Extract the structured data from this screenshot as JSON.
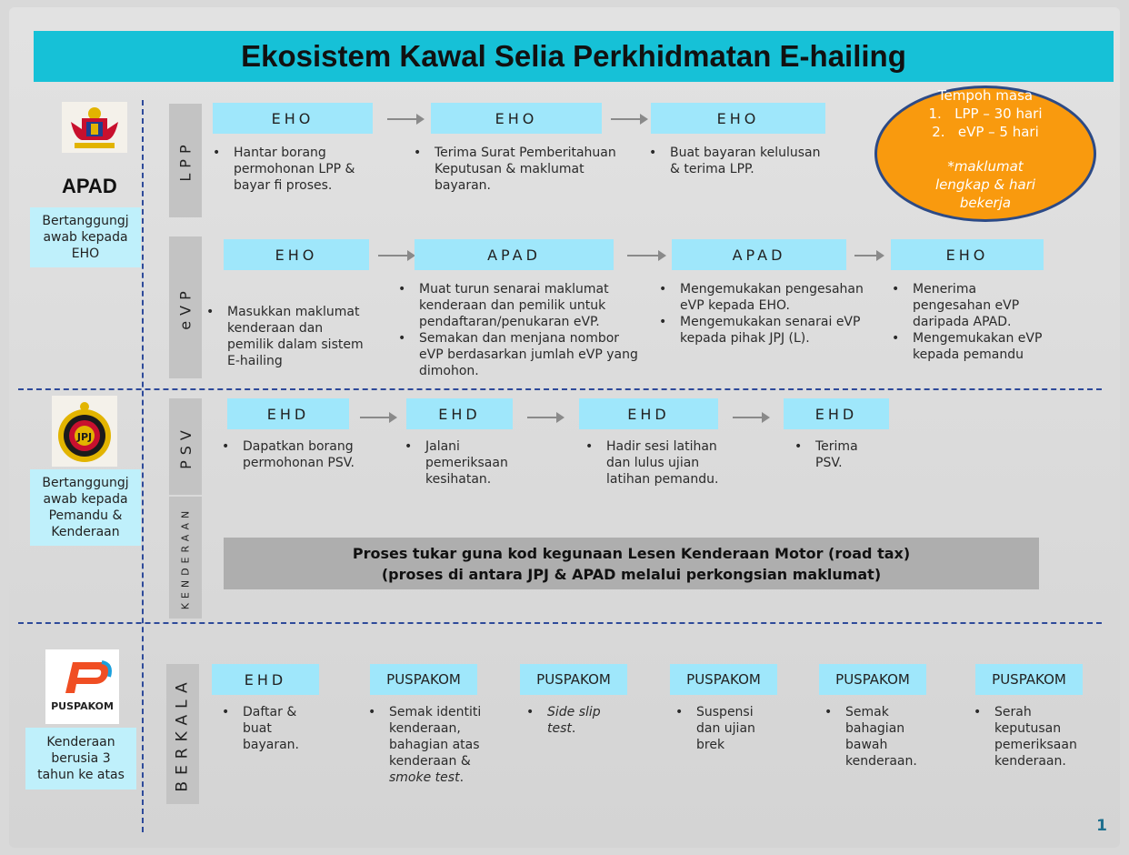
{
  "title": "Ekosistem Kawal Selia Perkhidmatan E-hailing",
  "page_number": "1",
  "colors": {
    "title_bar": "#16c1d7",
    "role_box": "#9fe7fb",
    "note_box": "#bff0fb",
    "oval": "#f99a0e",
    "oval_border": "#2c4a86",
    "divider": "#2e4a9a"
  },
  "orgs": {
    "apad": {
      "label": "APAD",
      "note": "Bertanggungj\nawab kepada\nEHO",
      "logo_icon": "malaysia-coat-of-arms-icon"
    },
    "jpj": {
      "note": "Bertanggungj\nawab kepada\nPemandu &\nKenderaan",
      "logo_icon": "jpj-crest-icon"
    },
    "puspakom": {
      "logo_text": "PUSPAKOM",
      "note": "Kenderaan\nberusia 3\ntahun ke atas",
      "logo_icon": "puspakom-logo-icon"
    }
  },
  "timeline": {
    "title": "Tempoh masa",
    "items": [
      {
        "num": "1.",
        "text": "LPP – 30 hari"
      },
      {
        "num": "2.",
        "text": "eVP – 5 hari"
      }
    ],
    "note_line1": "*maklumat",
    "note_line2": "lengkap & hari",
    "note_line3": "bekerja"
  },
  "lpp": {
    "label": "LPP",
    "steps": [
      {
        "role": "EHO",
        "bullets": [
          "Hantar borang permohonan LPP & bayar fi proses."
        ]
      },
      {
        "role": "EHO",
        "bullets": [
          "Terima Surat Pemberitahuan Keputusan & maklumat bayaran."
        ]
      },
      {
        "role": "EHO",
        "bullets": [
          "Buat bayaran kelulusan & terima LPP."
        ]
      }
    ]
  },
  "evp": {
    "label": "eVP",
    "steps": [
      {
        "role": "EHO",
        "bullets": [
          "Masukkan maklumat kenderaan dan pemilik dalam sistem E-hailing"
        ]
      },
      {
        "role": "APAD",
        "bullets": [
          "Muat turun senarai maklumat kenderaan dan pemilik untuk pendaftaran/penukaran eVP.",
          "Semakan dan menjana nombor eVP berdasarkan jumlah eVP yang dimohon."
        ]
      },
      {
        "role": "APAD",
        "bullets": [
          "Mengemukakan pengesahan eVP kepada EHO.",
          "Mengemukakan senarai eVP kepada pihak JPJ (L)."
        ]
      },
      {
        "role": "EHO",
        "bullets": [
          "Menerima pengesahan eVP daripada APAD.",
          "Mengemukakan eVP kepada pemandu"
        ]
      }
    ]
  },
  "psv": {
    "label": "PSV",
    "steps": [
      {
        "role": "EHD",
        "bullets": [
          "Dapatkan borang permohonan PSV."
        ]
      },
      {
        "role": "EHD",
        "bullets": [
          "Jalani pemeriksaan kesihatan."
        ]
      },
      {
        "role": "EHD",
        "bullets": [
          "Hadir sesi latihan dan lulus ujian latihan pemandu."
        ]
      },
      {
        "role": "EHD",
        "bullets": [
          "Terima PSV."
        ]
      }
    ]
  },
  "kenderaan": {
    "label": "KENDERAAN",
    "line1": "Proses tukar guna kod kegunaan Lesen Kenderaan Motor (road tax)",
    "line2": "(proses di antara JPJ & APAD melalui perkongsian maklumat)"
  },
  "berkala": {
    "label": "BERKALA",
    "steps": [
      {
        "role": "EHD",
        "bullets": [
          "Daftar & buat bayaran."
        ]
      },
      {
        "role": "PUSPAKOM",
        "bullet_main": "Semak identiti kenderaan, bahagian atas kenderaan &",
        "bullet_italic": "smoke test",
        "bullet_tail": "."
      },
      {
        "role": "PUSPAKOM",
        "bullet_italic": "Side slip test",
        "bullet_tail": "."
      },
      {
        "role": "PUSPAKOM",
        "bullets": [
          "Suspensi dan ujian brek"
        ]
      },
      {
        "role": "PUSPAKOM",
        "bullets": [
          "Semak bahagian bawah kenderaan."
        ]
      },
      {
        "role": "PUSPAKOM",
        "bullets": [
          "Serah keputusan pemeriksaan kenderaan."
        ]
      }
    ]
  }
}
